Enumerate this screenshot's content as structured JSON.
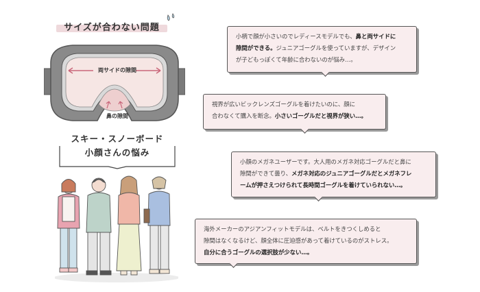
{
  "heading": "サイズが合わない問題",
  "goggle_labels": {
    "sides_gap": "両サイドの隙間",
    "nose_gap": "鼻の隙間"
  },
  "people_title": {
    "line1": "スキー・スノーボード",
    "line2": "小顔さんの悩み"
  },
  "bubbles": [
    {
      "l1a": "小柄で顔が小さいのでレディースモデルでも、",
      "l1b": "鼻と両サイドに",
      "l2a": "隙間ができる。",
      "l2b": "ジュニアゴーグルを使っていますが、デザイン",
      "l3": "が子どもっぽくて年齢に合わないのが悩み…。"
    },
    {
      "l1": "視界が広いビックレンズゴーグルを着けたいのに、顔に",
      "l2a": "合わなくて購入を断念。",
      "l2b": "小さいゴーグルだと視界が狭い…。"
    },
    {
      "l1": "小顔のメガネユーザーです。大人用のメガネ対応ゴーグルだと鼻に",
      "l2a": "隙間ができて曇り、",
      "l2b": "メガネ対応のジュニアゴーグルだとメガネフレ",
      "l3": "ームが押さえつけられて長時間ゴーグルを着けていられない…。"
    },
    {
      "l1": "海外メーカーのアジアンフィットモデルは、ベルトをきつくしめると",
      "l2": "隙間はなくなるけど、顔全体に圧迫感があって着けているのがストレス。",
      "l3": "自分に合うゴーグルの選択肢が少ない…。"
    }
  ],
  "colors": {
    "bubble_fill": "#f9edee",
    "highlight": "#efd9dc",
    "arrow": "#c9667a"
  }
}
